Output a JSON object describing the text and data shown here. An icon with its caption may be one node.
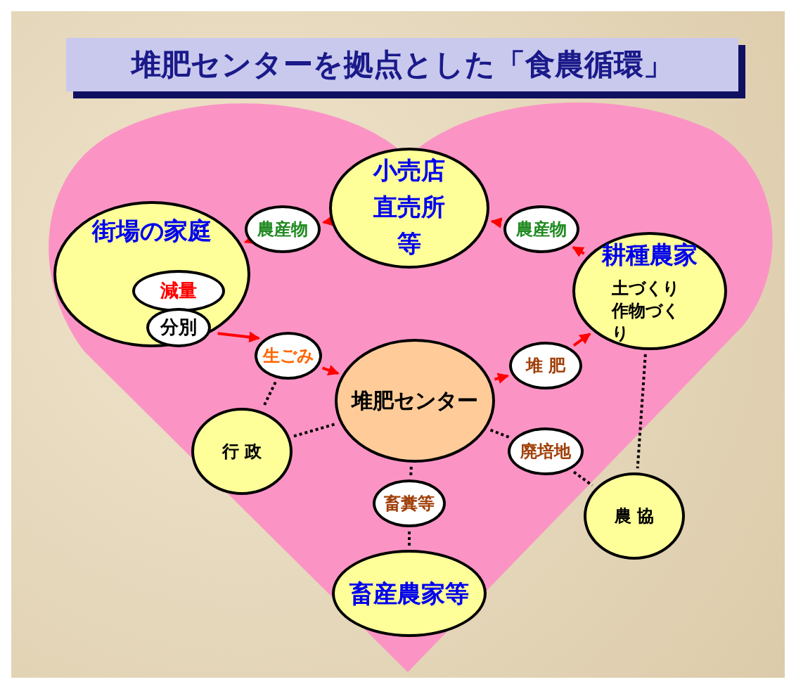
{
  "diagram": {
    "title": "堆肥センターを拠点とした「食農循環」",
    "nodes": [
      {
        "text": [
          "小売店直売所等"
        ]
      },
      {
        "text": [
          "農産物"
        ]
      },
      {
        "text": [
          "農産物"
        ]
      },
      {
        "text": [
          "街場の家庭"
        ]
      },
      {
        "text": [
          "減量"
        ],
        "in": 3
      },
      {
        "text": [
          "分別"
        ],
        "in": 3
      },
      {
        "text": [
          "耕種農家",
          "土づくり作物づくり"
        ]
      },
      {
        "text": [
          "生ごみ"
        ]
      },
      {
        "text": [
          "堆肥センター"
        ]
      },
      {
        "text": [
          "堆 肥"
        ]
      },
      {
        "text": [
          "行 政"
        ]
      },
      {
        "text": [
          "廃培地"
        ]
      },
      {
        "text": [
          "畜糞等"
        ]
      },
      {
        "text": [
          "農 協"
        ]
      },
      {
        "text": [
          "畜産農家等"
        ]
      }
    ],
    "edges": [
      {
        "from": 0,
        "to": 1,
        "arrow": "to"
      },
      {
        "from": 1,
        "to": 3,
        "arrow": "to"
      },
      {
        "from": 6,
        "to": 2,
        "arrow": "to"
      },
      {
        "from": 2,
        "to": 0,
        "arrow": "to"
      },
      {
        "from": 3,
        "to": 7,
        "arrow": "to"
      },
      {
        "from": 7,
        "to": 8,
        "arrow": "to"
      },
      {
        "from": 8,
        "to": 9,
        "arrow": "to"
      },
      {
        "from": 9,
        "to": 6,
        "arrow": "to"
      },
      {
        "from": 7,
        "to": 10,
        "arrow": "none",
        "style": "dashed",
        "color": "#000000"
      },
      {
        "from": 10,
        "to": 8,
        "arrow": "none",
        "style": "dashed",
        "color": "#000000"
      },
      {
        "from": 8,
        "to": 12,
        "arrow": "none",
        "style": "dashed",
        "color": "#000000"
      },
      {
        "from": 12,
        "to": 14,
        "arrow": "none",
        "style": "dashed",
        "color": "#000000"
      },
      {
        "from": 8,
        "to": 11,
        "arrow": "none",
        "style": "dashed",
        "color": "#000000"
      },
      {
        "from": 11,
        "to": 13,
        "arrow": "none",
        "style": "dashed",
        "color": "#000000"
      },
      {
        "from": 6,
        "to": 13,
        "arrow": "none",
        "style": "dashed",
        "color": "#000000"
      }
    ]
  }
}
